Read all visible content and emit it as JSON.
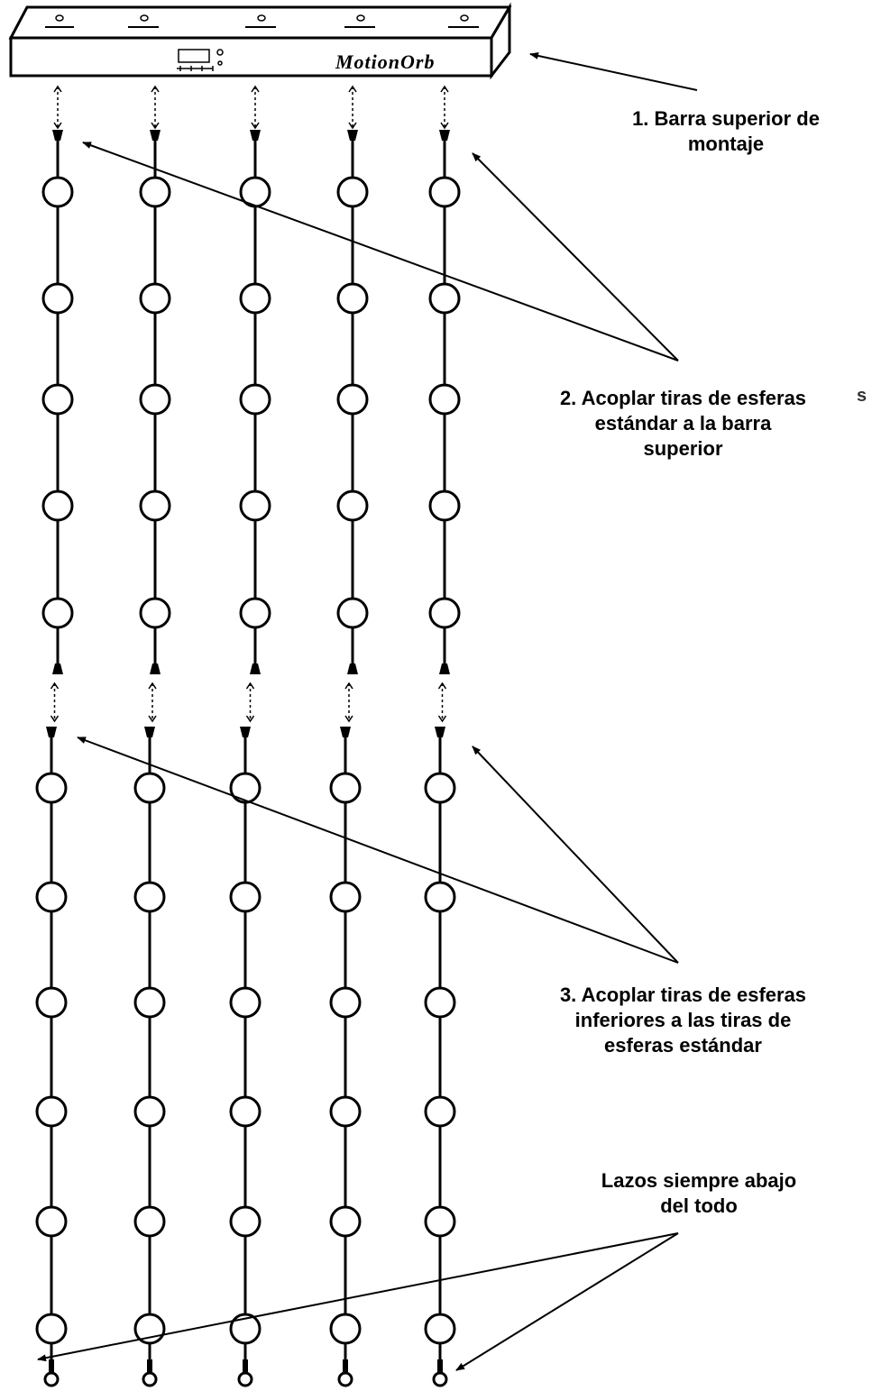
{
  "brand": "MotionOrb",
  "callouts": {
    "step1": "1. Barra superior de\nmontaje",
    "step2": "2. Acoplar tiras de esferas\nestándar a la barra\nsuperior",
    "step3": "3. Acoplar tiras de esferas\ninferiores a las tiras de\nesferas estándar",
    "note": "Lazos siempre abajo\ndel todo"
  },
  "stray_mark": "s",
  "colors": {
    "ink": "#000000",
    "background": "#ffffff"
  },
  "structure": {
    "strands": 5,
    "upper_orbs_per_strand": 5,
    "lower_orbs_per_strand": 6
  }
}
